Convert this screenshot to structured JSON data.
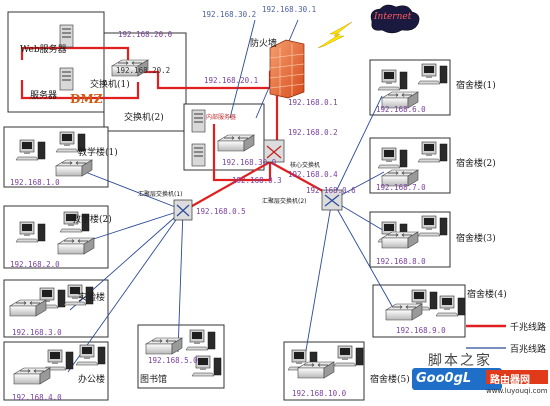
{
  "dmz_zone": {
    "web_server": "Web服务器",
    "server": "服务器",
    "switch": "交换机(1)",
    "ip": "192.168.20.0",
    "ip_link": "192.168.20.2",
    "dmz_label": "DMZ",
    "switch2": "交换机(2)"
  },
  "firewall": {
    "label": "防火墙",
    "internet": "Internet",
    "ip_20_1": "192.168.20.1",
    "ip_30_2": "192.168.30.2",
    "ip_30_1": "192.168.30.1",
    "ip_0_1": "192.168.0.1",
    "ip_0_2": "192.168.0.2"
  },
  "internal": {
    "label": "内部服务器",
    "ip": "192.168.30.0",
    "ip_0_3": "192.168.0.3"
  },
  "core": {
    "label": "核心交换机",
    "ip_0_4": "192.168.0.4",
    "ip_0_6": "192.168.0.6"
  },
  "agg1": {
    "label": "汇聚层交换机(1)",
    "ip": "192.168.0.5"
  },
  "agg2": {
    "label": "汇聚层交换机(2)"
  },
  "left_groups": [
    {
      "label": "教学楼(1)",
      "ip": "192.168.1.0"
    },
    {
      "label": "教学楼(2)",
      "ip": "192.168.2.0"
    },
    {
      "label": "实验楼",
      "ip": "192.168.3.0"
    },
    {
      "label": "办公楼",
      "ip": "192.168.4.0"
    }
  ],
  "library": {
    "label": "图书馆",
    "ip": "192.168.5.0"
  },
  "right_groups": [
    {
      "label": "宿舍楼(1)",
      "ip": "192.168.6.0"
    },
    {
      "label": "宿舍楼(2)",
      "ip": "192.168.7.0"
    },
    {
      "label": "宿舍楼(3)",
      "ip": "192.168.8.0"
    },
    {
      "label": "宿舍楼(4)",
      "ip": "192.168.9.0"
    },
    {
      "label": "宿舍楼(5)",
      "ip": "192.168.10.0"
    }
  ],
  "legend": {
    "gigabit": "千兆线路",
    "hundred": "百兆线路"
  },
  "watermark": {
    "text1": "脚本之家",
    "brand": "Goo0gL",
    "site_cn": "路由器网",
    "site_url": "www.luyouqi.com"
  },
  "colors": {
    "gigabit": "#e02020",
    "hundred": "#2a4a9a",
    "ip_text": "#7a3fa0",
    "dmz": "#d05a10",
    "firewall": "#e8703a",
    "cloud": "#1a1a40"
  }
}
